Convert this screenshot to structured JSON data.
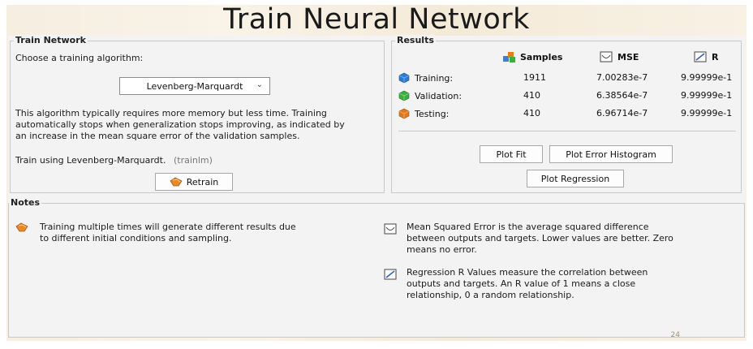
{
  "title": "Train Neural Network",
  "train_network": {
    "legend": "Train Network",
    "choose_label": "Choose a training algorithm:",
    "algorithm_selected": "Levenberg-Marquardt",
    "description": [
      "This algorithm typically requires more memory but less time. Training",
      "automatically stops when generalization stops improving, as indicated by",
      "an increase in the mean square error of the validation samples."
    ],
    "train_using": "Train using Levenberg-Marquardt.",
    "train_using_code": "(trainlm)",
    "retrain_label": "Retrain"
  },
  "results": {
    "legend": "Results",
    "headers": {
      "samples": "Samples",
      "mse": "MSE",
      "r": "R"
    },
    "rows": [
      {
        "label": "Training:",
        "samples": "1911",
        "mse": "7.00283e-7",
        "r": "9.99999e-1",
        "color": "#2f7bd0"
      },
      {
        "label": "Validation:",
        "samples": "410",
        "mse": "6.38564e-7",
        "r": "9.99999e-1",
        "color": "#3bae3b"
      },
      {
        "label": "Testing:",
        "samples": "410",
        "mse": "6.96714e-7",
        "r": "9.99999e-1",
        "color": "#e07a1f"
      }
    ],
    "buttons": {
      "plot_fit": "Plot Fit",
      "plot_error_histogram": "Plot Error Histogram",
      "plot_regression": "Plot Regression"
    }
  },
  "notes": {
    "legend": "Notes",
    "retrain_note": [
      "Training multiple times will generate different results due",
      "to different initial conditions and sampling."
    ],
    "mse_note": [
      "Mean Squared Error is the average squared difference",
      "between outputs and targets. Lower values are better. Zero",
      "means no error."
    ],
    "r_note": [
      "Regression R Values measure the correlation between",
      "outputs and targets. An R value of 1 means a close",
      "relationship, 0 a random relationship."
    ]
  },
  "page_number": "24"
}
